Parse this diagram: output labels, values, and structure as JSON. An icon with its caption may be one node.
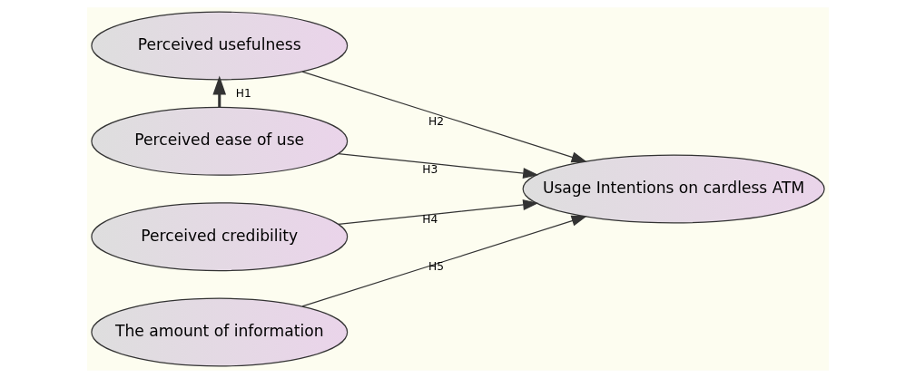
{
  "diagram": {
    "nodes": [
      {
        "text": [
          "Perceived usefulness"
        ]
      },
      {
        "text": [
          "Perceived ease of use"
        ]
      },
      {
        "text": [
          "Perceived credibility"
        ]
      },
      {
        "text": [
          "The amount of information"
        ]
      },
      {
        "text": [
          "Usage Intentions on cardless ATM"
        ]
      }
    ],
    "edges": [
      {
        "from": 1,
        "to": 0,
        "arrow": "to",
        "label": "H1",
        "style": "thick"
      },
      {
        "from": 0,
        "to": 4,
        "arrow": "to",
        "label": "H2"
      },
      {
        "from": 1,
        "to": 4,
        "arrow": "to",
        "label": "H3"
      },
      {
        "from": 2,
        "to": 4,
        "arrow": "to",
        "label": "H4"
      },
      {
        "from": 3,
        "to": 4,
        "arrow": "to",
        "label": "H5"
      }
    ]
  }
}
